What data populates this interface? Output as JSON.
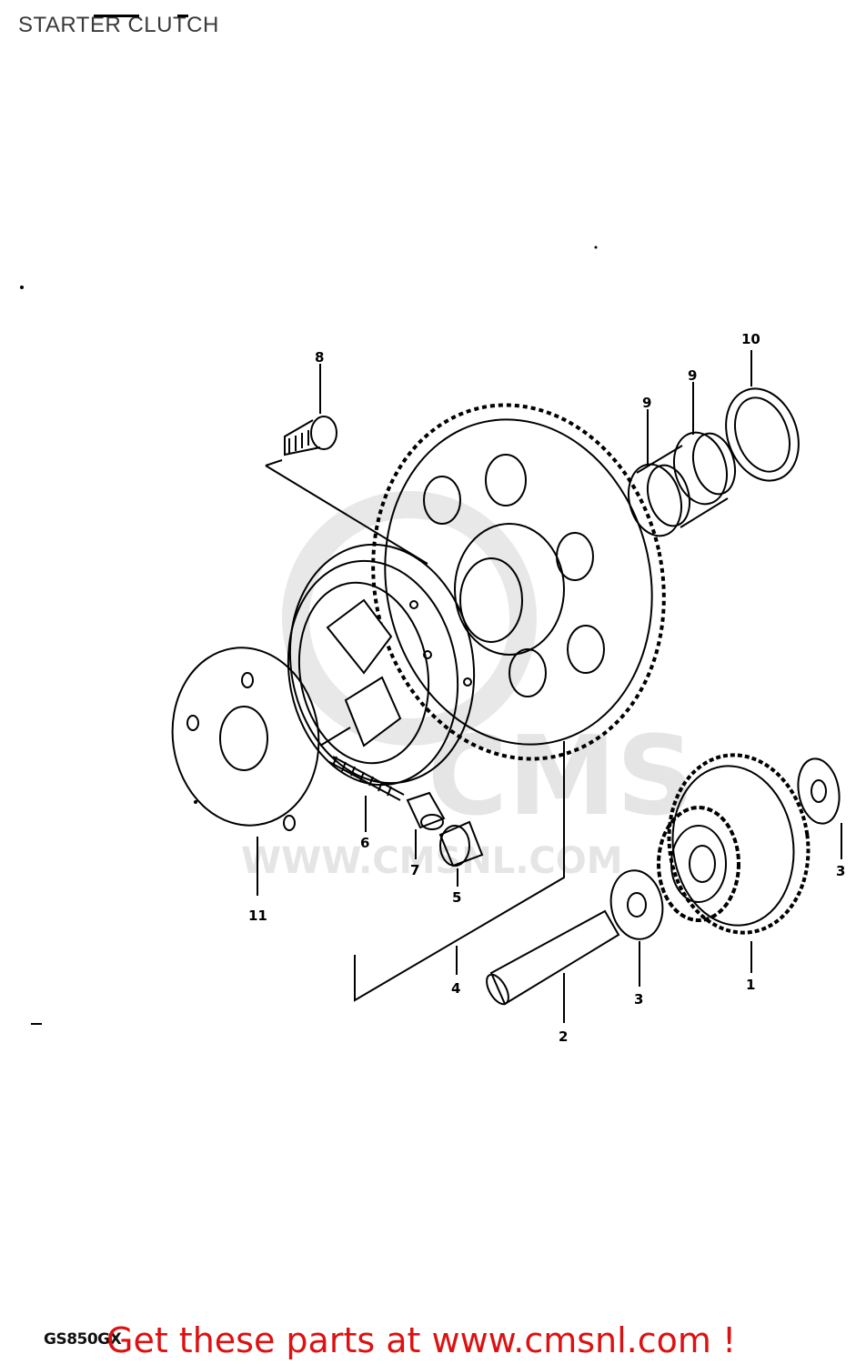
{
  "title": "STARTER CLUTCH",
  "footer": {
    "model": "GS850GX",
    "link_text": "Get these parts at www.cmsnl.com !"
  },
  "watermark": {
    "letters": "CMS",
    "url": "WWW.CMSNL.COM"
  },
  "callouts": [
    {
      "id": "1",
      "text": "1"
    },
    {
      "id": "2",
      "text": "2"
    },
    {
      "id": "3a",
      "text": "3"
    },
    {
      "id": "3b",
      "text": "3"
    },
    {
      "id": "4",
      "text": "4"
    },
    {
      "id": "5",
      "text": "5"
    },
    {
      "id": "6",
      "text": "6"
    },
    {
      "id": "7",
      "text": "7"
    },
    {
      "id": "8",
      "text": "8"
    },
    {
      "id": "9a",
      "text": "9"
    },
    {
      "id": "9b",
      "text": "9"
    },
    {
      "id": "10",
      "text": "10"
    },
    {
      "id": "11",
      "text": "11"
    }
  ],
  "colors": {
    "line": "#000000",
    "footer_link": "#dd1111",
    "watermark": "#e3e3e3"
  }
}
